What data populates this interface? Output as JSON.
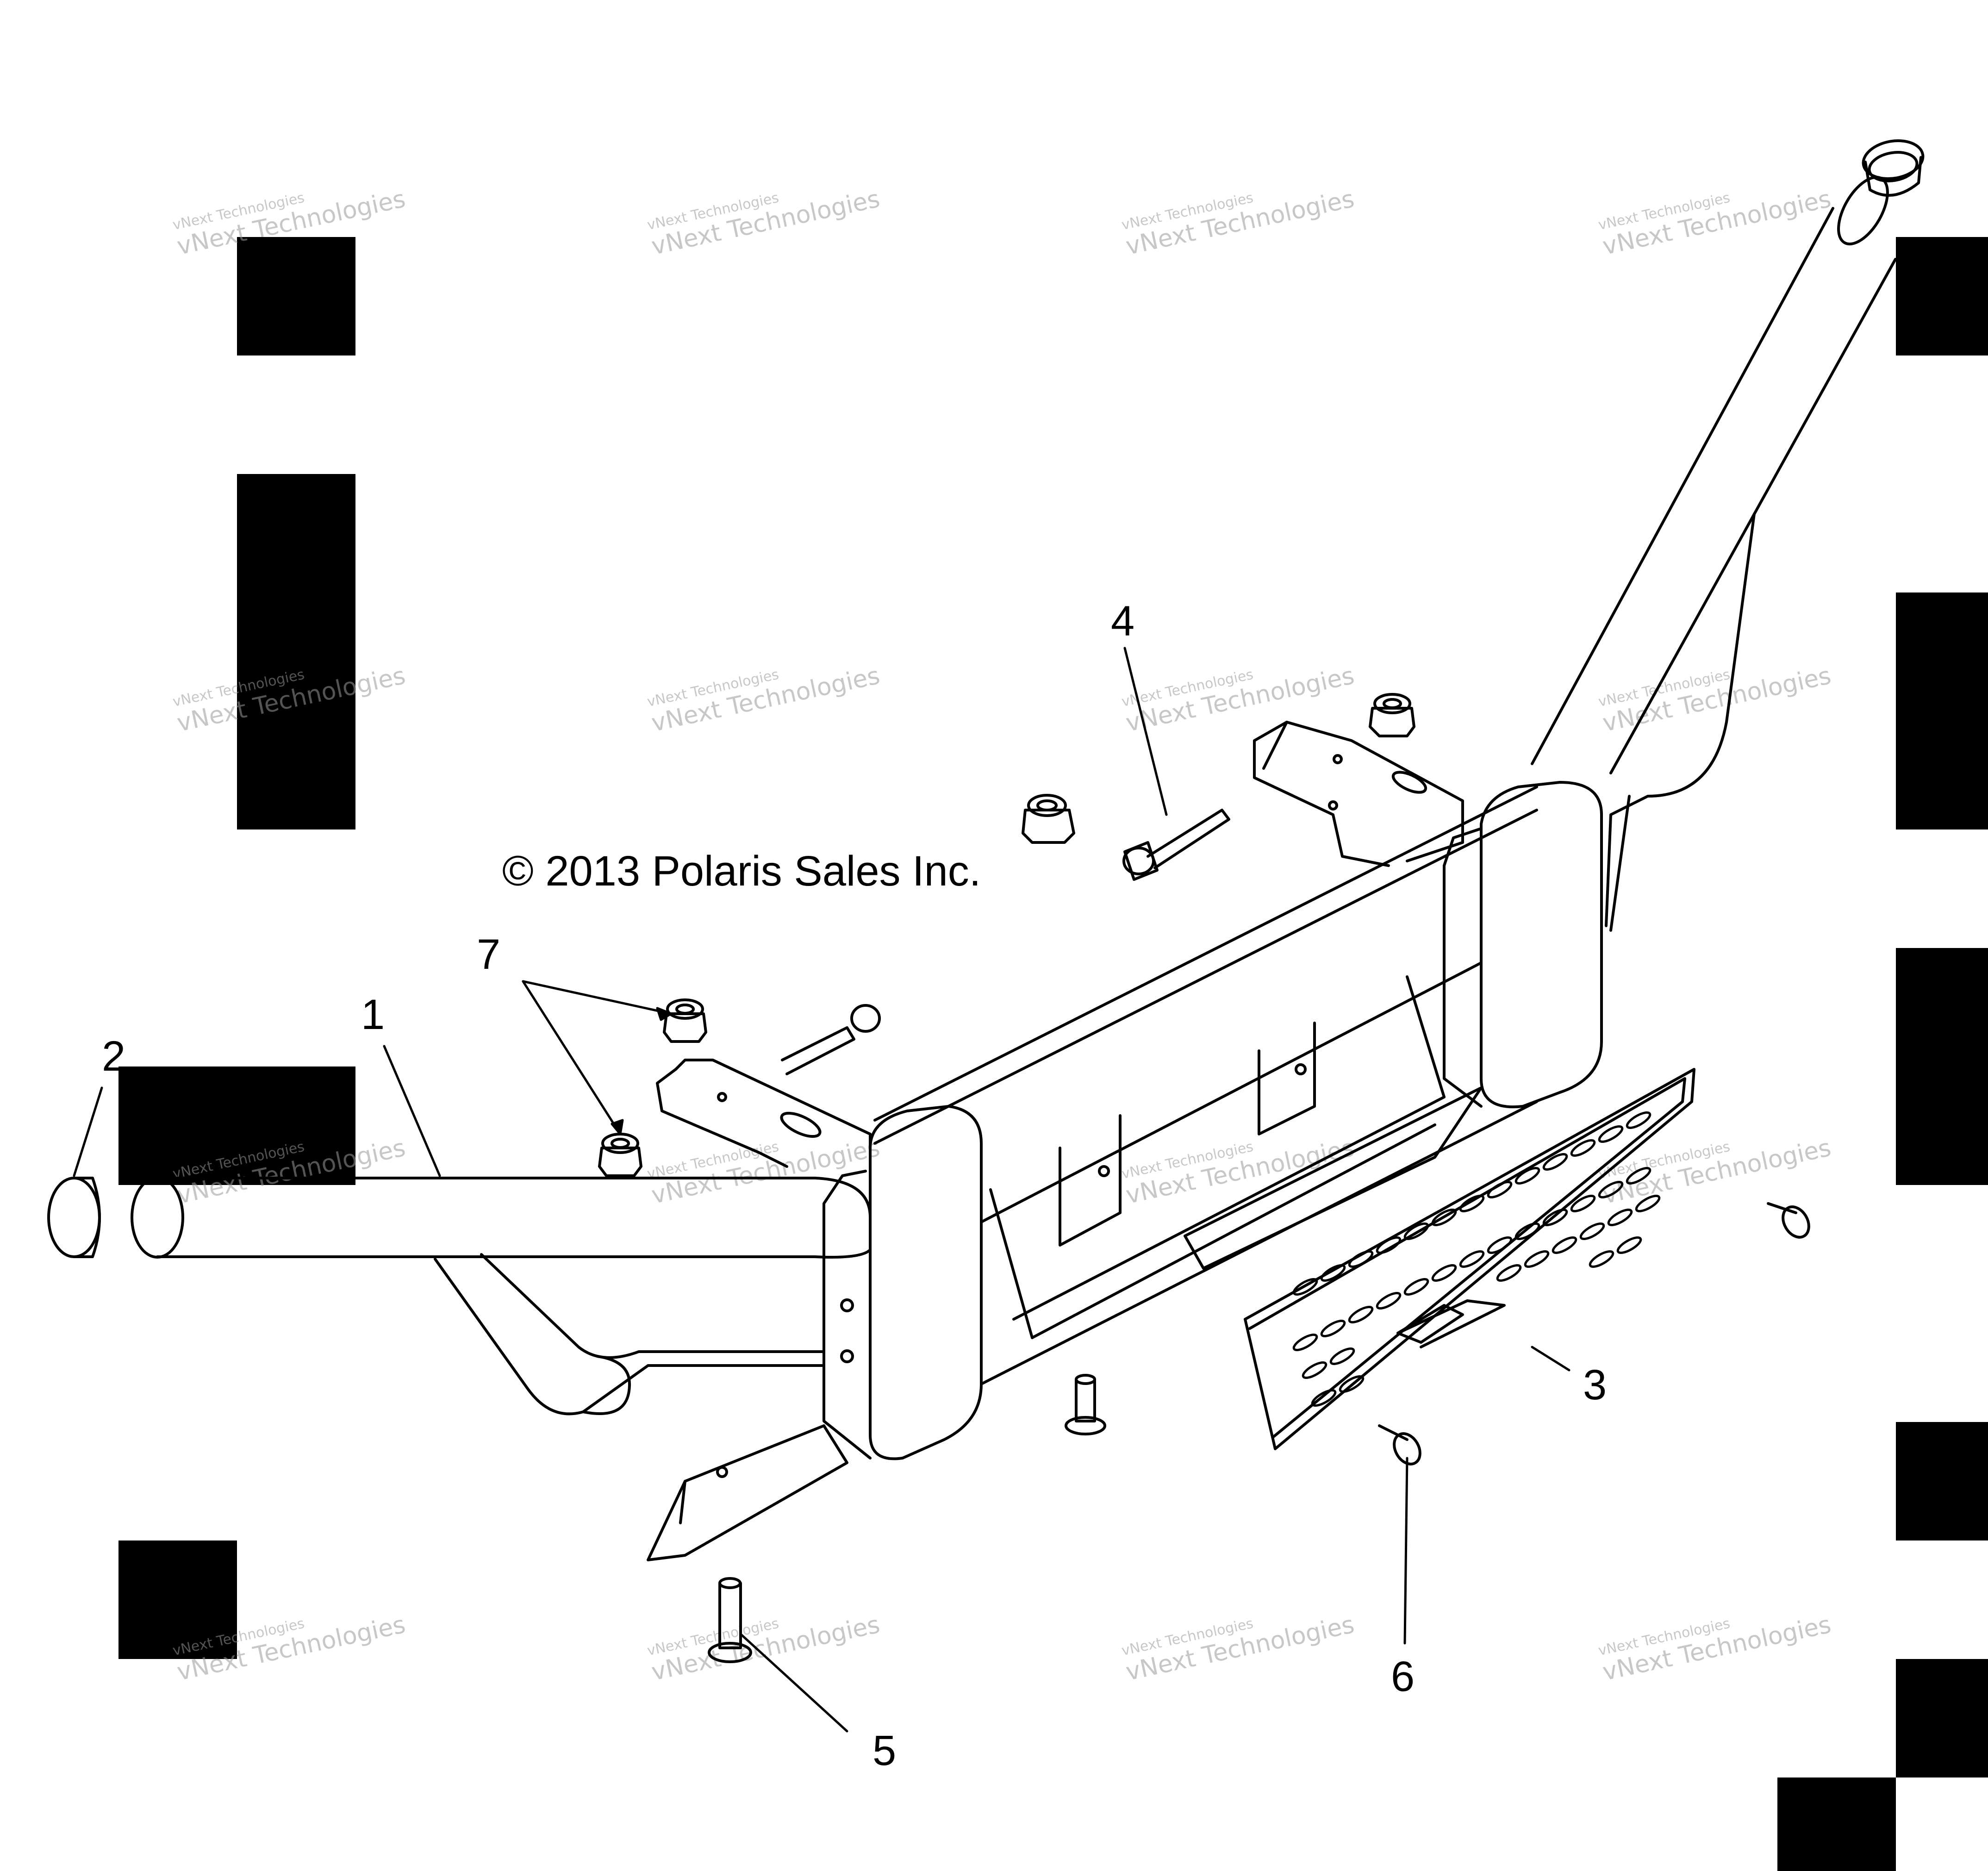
{
  "copyright": "© 2013 Polaris Sales Inc.",
  "watermark": {
    "line1": "vNext Technologies",
    "line2": "vNext Technologies"
  },
  "callouts": [
    {
      "id": "1",
      "label": "1"
    },
    {
      "id": "2",
      "label": "2"
    },
    {
      "id": "3",
      "label": "3"
    },
    {
      "id": "4",
      "label": "4"
    },
    {
      "id": "5",
      "label": "5"
    },
    {
      "id": "6",
      "label": "6"
    },
    {
      "id": "7",
      "label": "7"
    }
  ],
  "colors": {
    "line": "#000000",
    "background": "#ffffff",
    "watermark": "#9a9a9a"
  }
}
